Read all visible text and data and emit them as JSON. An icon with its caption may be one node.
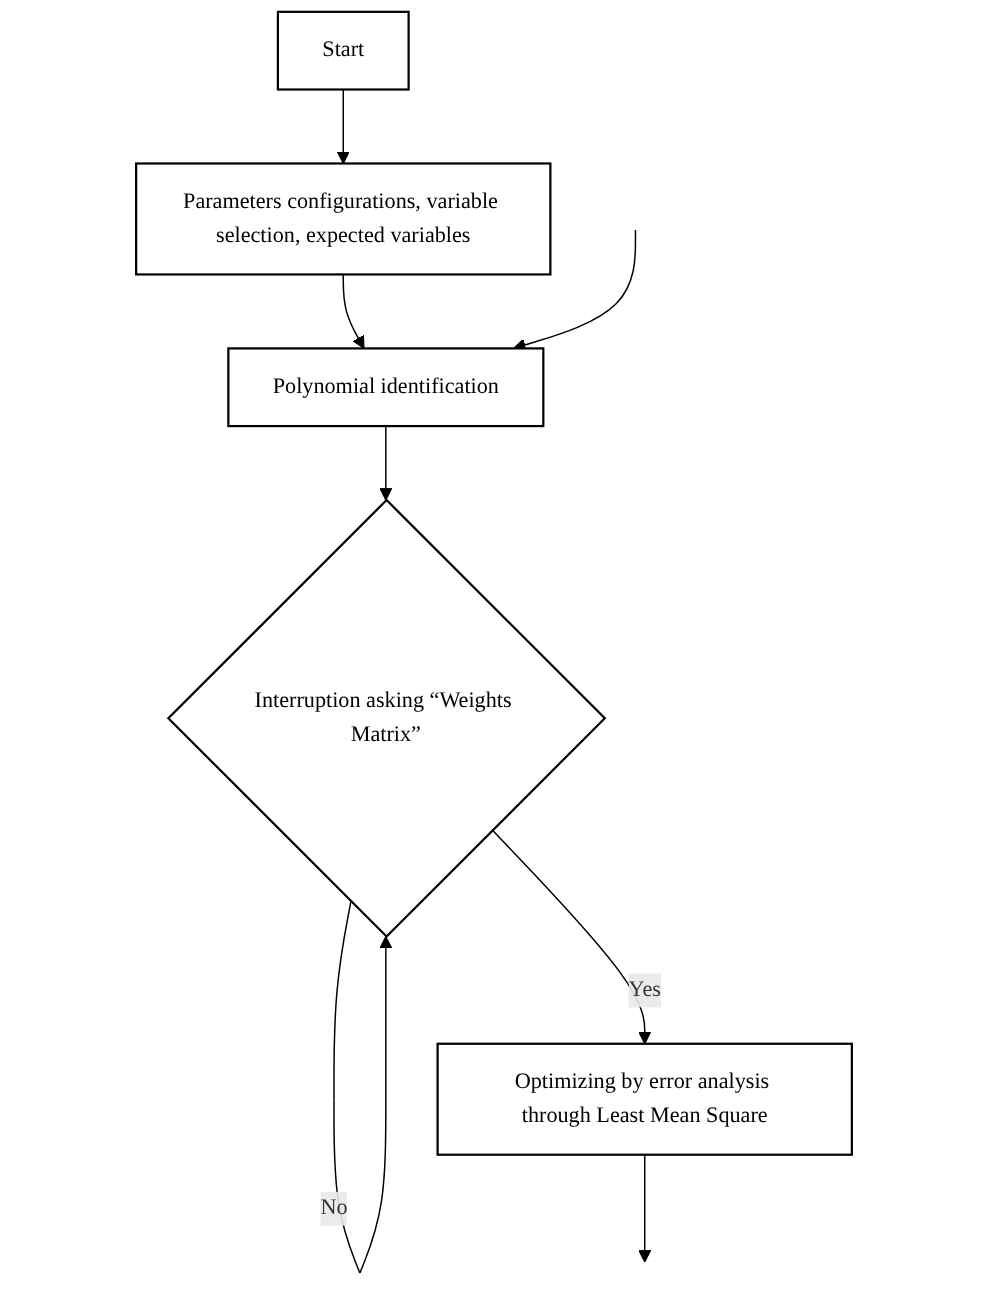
{
  "diagram": {
    "nodes": [
      {
        "text": [
          "Start"
        ]
      },
      {
        "text": [
          "Parameters configurations, variable selection, expected variables"
        ]
      },
      {
        "text": [
          "Polynomial identification"
        ]
      },
      {
        "text": [
          "Interruption asking “Weights Matrix”"
        ]
      },
      {
        "text": [
          "Optimizing by error analysis through Least Mean Square"
        ]
      }
    ],
    "edges": [
      {
        "from": 0,
        "to": 1,
        "arrow": "to"
      },
      {
        "from": 1,
        "to": 2,
        "arrow": "to"
      },
      {
        "from": 2,
        "to": 3,
        "arrow": "to"
      },
      {
        "from": 3,
        "to": 3,
        "arrow": "to",
        "label": "No"
      },
      {
        "from": 3,
        "to": 4,
        "arrow": "to",
        "label": "Yes"
      },
      {
        "from": 4,
        "to": null,
        "arrow": "to"
      },
      {
        "from": null,
        "to": 2,
        "arrow": "to"
      }
    ]
  }
}
